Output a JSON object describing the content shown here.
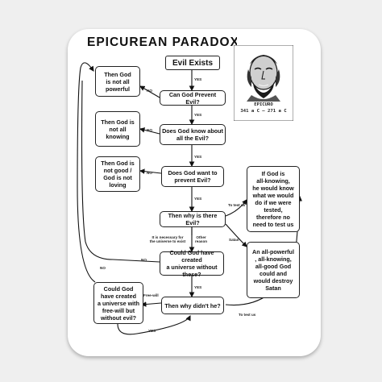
{
  "title": "EPICUREAN PARADOX",
  "portrait_caption": {
    "name": "EPICURO",
    "dates": "341 a C  –  271 a C"
  },
  "nodes": {
    "evil_exists": "Evil Exists",
    "can_prevent": "Can God Prevent Evil?",
    "know_all": "Does God know about\nall the Evil?",
    "want_prevent": "Does God want to\nprevent Evil?",
    "why_evil": "Then why is there Evil?",
    "could_create": "Could God have created\na universe without\nthese?",
    "why_didnt": "Then why didn't he?",
    "not_powerful": "Then God\nis not all\npowerful",
    "not_knowing": "Then God is\nnot all\nknowing",
    "not_good": "Then God is\nnot good /\nGod is not\nloving",
    "test_us_box": "If God is\nall-knowing,\nhe would know\nwhat we would\ndo if we were\ntested,\ntherefore no\nneed to test us",
    "satan_box": "An all-powerful\n, all-knowing,\nall-good God\ncould and\nwould destroy\nSatan",
    "freewill_box": "Could God\nhave created\na universe with\nfree-will but\nwithout evil?"
  },
  "edge_labels": {
    "yes1": "YES",
    "no1": "NO",
    "yes2": "YES",
    "no2": "NO",
    "yes3": "YES",
    "no3": "NO",
    "yes4": "YES",
    "to_test_us_1": "To test us",
    "satan": "Satan",
    "necessary": "It is necessary for\nthe universe to exist",
    "other_reason": "Other\nreason",
    "no_left": "NO",
    "yes5": "YES",
    "no_far_left": "NO",
    "free_will": "Free-will",
    "to_test_us_2": "To test us",
    "yes_bottom": "YES"
  }
}
